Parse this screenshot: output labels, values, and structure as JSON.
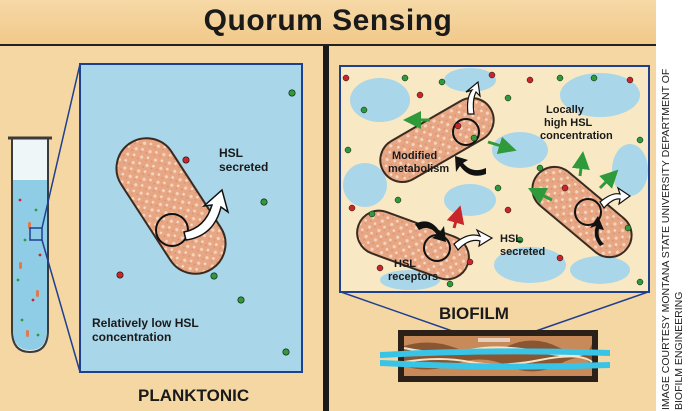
{
  "title": "Quorum Sensing",
  "left_panel": {
    "label": "PLANKTONIC",
    "hsl_secreted": [
      "HSL",
      "secreted"
    ],
    "low_concentration": [
      "Relatively low HSL",
      "concentration"
    ]
  },
  "right_panel": {
    "label": "BIOFILM",
    "modified_metabolism": [
      "Modified",
      "metabolism"
    ],
    "locally_high": [
      "Locally",
      "high HSL",
      "concentration"
    ],
    "hsl_secreted": [
      "HSL",
      "secreted"
    ],
    "hsl_receptors": [
      "HSL",
      "receptors"
    ]
  },
  "credit": [
    "IMAGE COURTESY MONTANA STATE UNIVERSITY DEPARTMENT OF",
    "BIOFILM ENGINEERING"
  ],
  "colors": {
    "background_tan": "#f4d7a3",
    "water_blue": "#a9d6e8",
    "cell_orange": "#e7a37f",
    "frame_blue": "#1f3f8f",
    "red_molecule": "#c8262a",
    "green_molecule": "#2e9a3a",
    "arrow_green": "#2e9a3a"
  },
  "icons": [
    "test-tube-icon",
    "bacterium-icon",
    "arrow-icon",
    "pipe-icon"
  ]
}
